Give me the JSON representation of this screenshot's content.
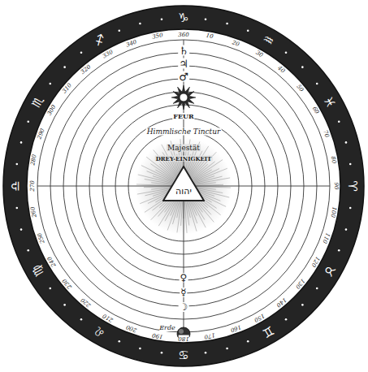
{
  "diagram": {
    "nodes": [
      {
        "text": [
          "יהוה"
        ]
      }
    ],
    "labels": [
      "♑",
      "♒",
      "♓",
      "♈",
      "♉",
      "♊",
      "♋",
      "♌",
      "♍",
      "♎",
      "♏",
      "♐",
      "10",
      "20",
      "30",
      "40",
      "50",
      "60",
      "70",
      "80",
      "90",
      "100",
      "110",
      "120",
      "130",
      "140",
      "150",
      "160",
      "170",
      "180",
      "190",
      "200",
      "210",
      "220",
      "230",
      "240",
      "250",
      "260",
      "270",
      "280",
      "290",
      "300",
      "310",
      "320",
      "330",
      "340",
      "350",
      "360",
      "♄",
      "♃",
      "♂",
      "FEUR",
      "Himmlische Tinctur",
      "Majestät",
      "DREY-EINIGKEIT",
      "♀",
      "☿",
      "☽",
      "Erde"
    ]
  }
}
